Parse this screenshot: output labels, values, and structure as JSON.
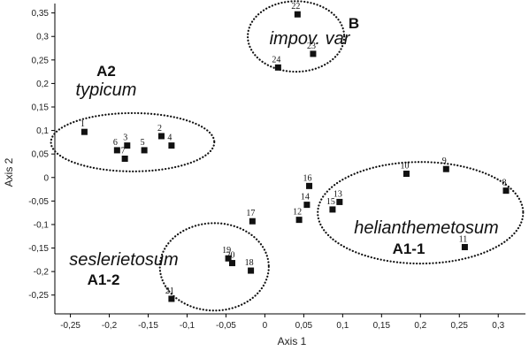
{
  "chart_data": {
    "type": "scatter",
    "xlabel": "Axis 1",
    "ylabel": "Axis 2",
    "xlim": [
      -0.27,
      0.335
    ],
    "ylim": [
      -0.29,
      0.37
    ],
    "x_ticks": [
      -0.25,
      -0.2,
      -0.15,
      -0.1,
      -0.05,
      0,
      0.05,
      0.1,
      0.15,
      0.2,
      0.25,
      0.3
    ],
    "x_tick_labels": [
      "-0,25",
      "-0,2",
      "-0,15",
      "-0,1",
      "-0,05",
      "0",
      "0,05",
      "0,1",
      "0,15",
      "0,2",
      "0,25",
      "0,3"
    ],
    "y_ticks": [
      0.35,
      0.3,
      0.25,
      0.2,
      0.15,
      0.1,
      0.05,
      0,
      -0.05,
      -0.1,
      -0.15,
      -0.2,
      -0.25
    ],
    "y_tick_labels": [
      "0,35",
      "0,3",
      "0,25",
      "0,2",
      "0,15",
      "0,1",
      "0,05",
      "0",
      "-0,05",
      "-0,1",
      "-0,15",
      "-0,2",
      "-0,25"
    ],
    "grid": false,
    "marker": "square",
    "points": [
      {
        "label": "1",
        "x": -0.232,
        "y": 0.097
      },
      {
        "label": "2",
        "x": -0.133,
        "y": 0.088
      },
      {
        "label": "3",
        "x": -0.177,
        "y": 0.068
      },
      {
        "label": "4",
        "x": -0.12,
        "y": 0.068
      },
      {
        "label": "5",
        "x": -0.155,
        "y": 0.058
      },
      {
        "label": "6",
        "x": -0.19,
        "y": 0.058
      },
      {
        "label": "7",
        "x": -0.18,
        "y": 0.04
      },
      {
        "label": "8",
        "x": 0.31,
        "y": -0.028
      },
      {
        "label": "9",
        "x": 0.233,
        "y": 0.018
      },
      {
        "label": "10",
        "x": 0.182,
        "y": 0.008
      },
      {
        "label": "11",
        "x": 0.257,
        "y": -0.148
      },
      {
        "label": "12",
        "x": 0.044,
        "y": -0.09
      },
      {
        "label": "13",
        "x": 0.096,
        "y": -0.052
      },
      {
        "label": "14",
        "x": 0.054,
        "y": -0.058
      },
      {
        "label": "15",
        "x": 0.087,
        "y": -0.068
      },
      {
        "label": "16",
        "x": 0.057,
        "y": -0.018
      },
      {
        "label": "17",
        "x": -0.016,
        "y": -0.093
      },
      {
        "label": "18",
        "x": -0.018,
        "y": -0.198
      },
      {
        "label": "19",
        "x": -0.047,
        "y": -0.172
      },
      {
        "label": "20",
        "x": -0.042,
        "y": -0.182
      },
      {
        "label": "21",
        "x": -0.12,
        "y": -0.258
      },
      {
        "label": "22",
        "x": 0.042,
        "y": 0.347
      },
      {
        "label": "23",
        "x": 0.062,
        "y": 0.263
      },
      {
        "label": "24",
        "x": 0.017,
        "y": 0.234
      }
    ],
    "groups": [
      {
        "code": "A2",
        "name": "typicum",
        "cx": -0.17,
        "cy": 0.075,
        "rx": 0.105,
        "ry": 0.062
      },
      {
        "code": "B",
        "name": "impov. var",
        "cx": 0.04,
        "cy": 0.3,
        "rx": 0.062,
        "ry": 0.075
      },
      {
        "code": "A1-1",
        "name": "helianthemetosum",
        "cx": 0.2,
        "cy": -0.075,
        "rx": 0.132,
        "ry": 0.108
      },
      {
        "code": "A1-2",
        "name": "seslerietosum",
        "cx": -0.065,
        "cy": -0.19,
        "rx": 0.07,
        "ry": 0.093
      }
    ]
  }
}
